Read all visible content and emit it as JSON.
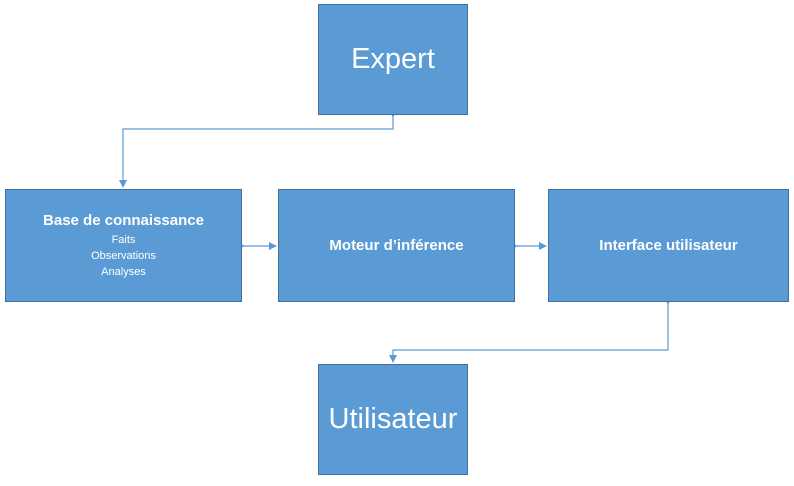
{
  "nodes": {
    "expert": {
      "label": "Expert"
    },
    "knowledge_base": {
      "label": "Base de connaissance",
      "items": [
        "Faits",
        "Observations",
        "Analyses"
      ]
    },
    "inference_engine": {
      "label": "Moteur d’inférence"
    },
    "user_interface": {
      "label": "Interface utilisateur"
    },
    "user": {
      "label": "Utilisateur"
    }
  },
  "colors": {
    "node_fill": "#5b9bd5",
    "node_border": "#41719c",
    "connector": "#5b9bd5",
    "text": "#ffffff"
  }
}
